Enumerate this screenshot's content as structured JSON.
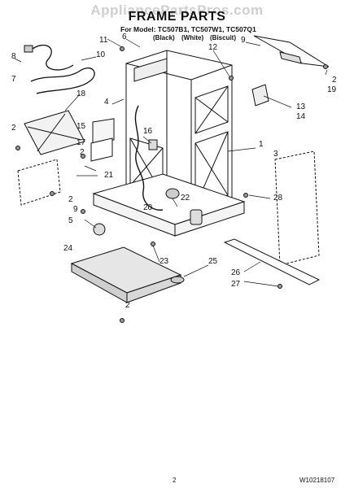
{
  "header": {
    "watermark": "AppliancePartsPros.com",
    "title": "FRAME PARTS",
    "model_line": "For Model: TC507B1, TC507W1, TC507Q1",
    "variants": [
      "(Black)",
      "(White)",
      "(Biscuit)"
    ]
  },
  "callouts": [
    "6",
    "11",
    "12",
    "9",
    "8",
    "10",
    "2",
    "19",
    "7",
    "13",
    "14",
    "4",
    "18",
    "16",
    "2",
    "15",
    "17",
    "2",
    "1",
    "3",
    "21",
    "2",
    "20",
    "22",
    "28",
    "9",
    "5",
    "24",
    "23",
    "25",
    "26",
    "27",
    "2"
  ],
  "footer": {
    "page_number": "2",
    "doc_number": "W10218107"
  }
}
